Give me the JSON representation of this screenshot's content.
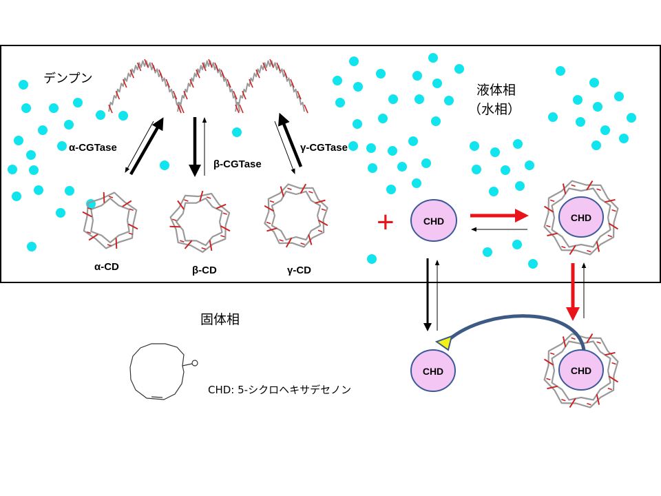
{
  "labels": {
    "starch": "デンプン",
    "liquid_phase_line1": "液体相",
    "liquid_phase_line2": "（水相）",
    "solid_phase": "固体相",
    "alpha_cgtase": "α-CGTase",
    "beta_cgtase": "β-CGTase",
    "gamma_cgtase": "γ-CGTase",
    "alpha_cd": "α-CD",
    "beta_cd": "β-CD",
    "gamma_cd": "γ-CD",
    "plus": "+",
    "chd_free": "CHD",
    "chd_complex_liquid": "CHD",
    "chd_solid_free": "CHD",
    "chd_complex_solid": "CHD",
    "chd_legend": "CHD:  5-シクロヘキサデセノン"
  },
  "colors": {
    "water_dot": "#12e4ee",
    "chd_fill": "#f3c6f3",
    "chd_stroke": "#3b5998",
    "red_arrow": "#e8141a",
    "blue_arrow": "#3c5a84",
    "yellow_head": "#f2f21a",
    "cd_carbon": "#999999",
    "cd_oxygen": "#cc2222"
  }
}
